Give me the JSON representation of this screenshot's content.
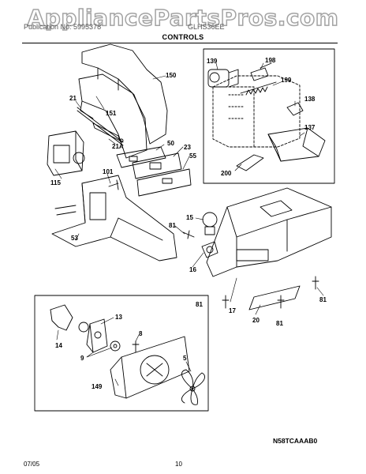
{
  "watermark": "AppliancePartsPros.com",
  "header": {
    "publication": "Publication No: 5995378",
    "model": "GLHS36EE",
    "section_title": "CONTROLS"
  },
  "parts": [
    {
      "id": "150",
      "label": "150"
    },
    {
      "id": "21",
      "label": "21"
    },
    {
      "id": "151",
      "label": "151"
    },
    {
      "id": "21A",
      "label": "21A"
    },
    {
      "id": "50",
      "label": "50"
    },
    {
      "id": "23",
      "label": "23"
    },
    {
      "id": "55",
      "label": "55"
    },
    {
      "id": "115",
      "label": "115"
    },
    {
      "id": "101",
      "label": "101"
    },
    {
      "id": "53",
      "label": "53"
    },
    {
      "id": "81a",
      "label": "81"
    },
    {
      "id": "15",
      "label": "15"
    },
    {
      "id": "16",
      "label": "16"
    },
    {
      "id": "81b",
      "label": "81"
    },
    {
      "id": "17",
      "label": "17"
    },
    {
      "id": "20",
      "label": "20"
    },
    {
      "id": "81c",
      "label": "81"
    },
    {
      "id": "81d",
      "label": "81"
    },
    {
      "id": "139",
      "label": "139"
    },
    {
      "id": "198",
      "label": "198"
    },
    {
      "id": "199",
      "label": "199"
    },
    {
      "id": "138",
      "label": "138"
    },
    {
      "id": "137",
      "label": "137"
    },
    {
      "id": "200",
      "label": "200"
    },
    {
      "id": "13",
      "label": "13"
    },
    {
      "id": "14",
      "label": "14"
    },
    {
      "id": "8",
      "label": "8"
    },
    {
      "id": "9",
      "label": "9"
    },
    {
      "id": "5",
      "label": "5"
    },
    {
      "id": "149",
      "label": "149"
    }
  ],
  "model_code": "N58TCAAAB0",
  "footer": {
    "date": "07/05",
    "page": "10"
  }
}
